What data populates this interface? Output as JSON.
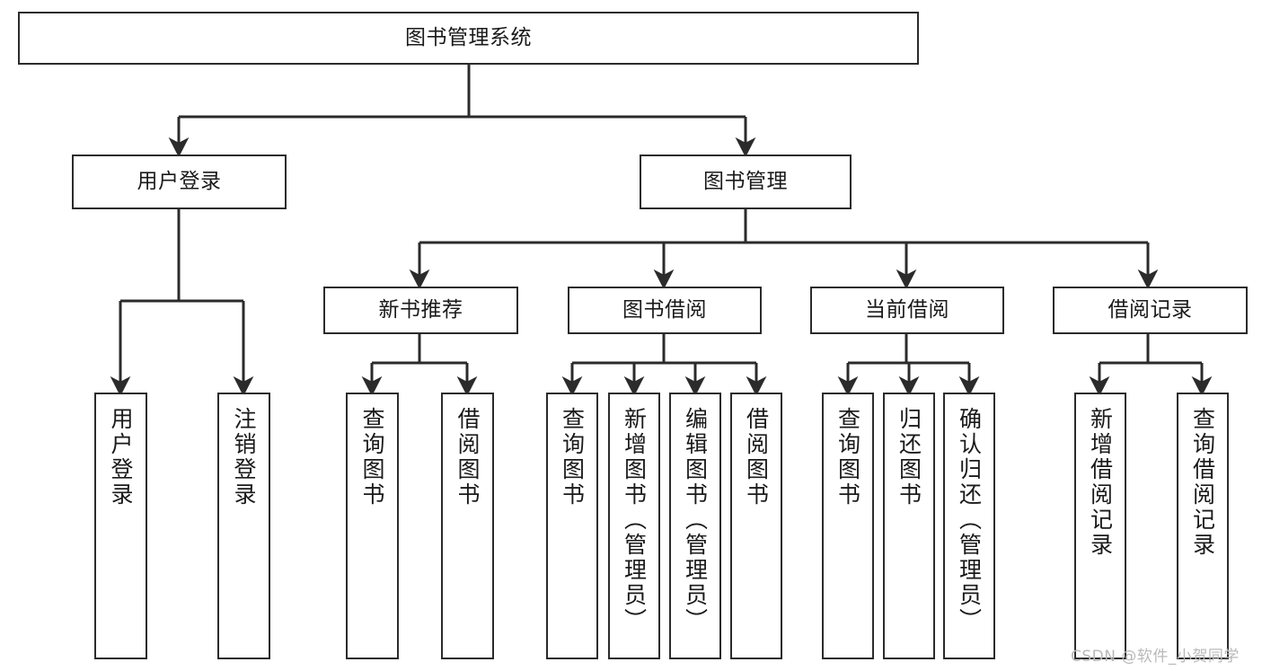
{
  "diagram": {
    "title": "图书管理系统",
    "watermark": "CSDN @软件_小贺同学",
    "root": {
      "label": "图书管理系统"
    },
    "tier1": [
      {
        "label": "用户登录"
      },
      {
        "label": "图书管理"
      }
    ],
    "tier2": [
      {
        "label": "新书推荐"
      },
      {
        "label": "图书借阅"
      },
      {
        "label": "当前借阅"
      },
      {
        "label": "借阅记录"
      }
    ],
    "leaves": {
      "user_login": [
        {
          "label": "用户登录"
        },
        {
          "label": "注销登录"
        }
      ],
      "new_book_recommend": [
        {
          "label": "查询图书"
        },
        {
          "label": "借阅图书"
        }
      ],
      "book_borrow": [
        {
          "label": "查询图书"
        },
        {
          "label": "新增图书（管理员）"
        },
        {
          "label": "编辑图书（管理员）"
        },
        {
          "label": "借阅图书"
        }
      ],
      "current_borrow": [
        {
          "label": "查询图书"
        },
        {
          "label": "归还图书"
        },
        {
          "label": "确认归还（管理员）"
        }
      ],
      "borrow_record": [
        {
          "label": "新增借阅记录"
        },
        {
          "label": "查询借阅记录"
        }
      ]
    },
    "colors": {
      "stroke": "#2b2b2b",
      "fill": "#ffffff",
      "text": "#1a1a1a",
      "watermark": "#b9b9b9"
    }
  }
}
